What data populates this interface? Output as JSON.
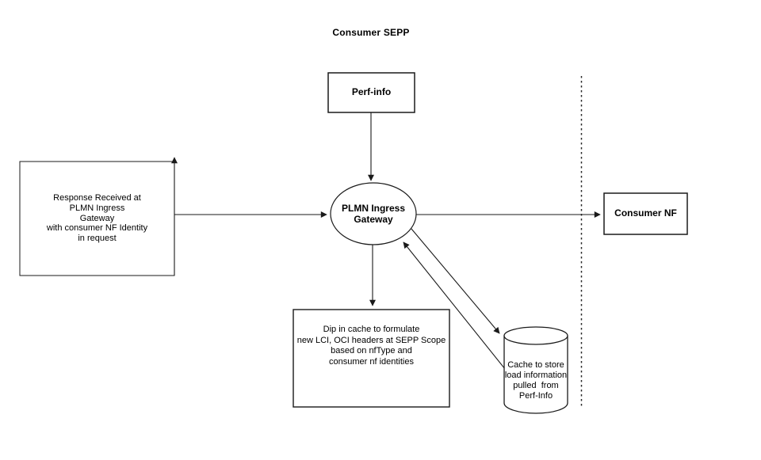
{
  "diagram": {
    "title": "Consumer SEPP",
    "nodes": {
      "perf_info": {
        "shape": "rectangle",
        "label": "Perf-info"
      },
      "response": {
        "shape": "rectangle",
        "label": "Response Received at\nPLMN Ingress\nGateway\nwith consumer NF Identity\nin request"
      },
      "plmn_gateway": {
        "shape": "ellipse",
        "label": "PLMN Ingress\nGateway"
      },
      "consumer_nf": {
        "shape": "rectangle",
        "label": "Consumer NF"
      },
      "dip_cache": {
        "shape": "rectangle",
        "label": "Dip in cache to formulate\nnew LCI, OCI headers at SEPP Scope\nbased on nfType and\nconsumer nf identities"
      },
      "cache_store": {
        "shape": "cylinder",
        "label": "Cache to store\nload information\npulled  from\nPerf-Info"
      }
    },
    "edges": [
      {
        "from": "response",
        "to": "plmn_gateway",
        "style": "arrow"
      },
      {
        "from": "response",
        "to": "up",
        "style": "arrow"
      },
      {
        "from": "perf_info",
        "to": "plmn_gateway",
        "style": "arrow"
      },
      {
        "from": "plmn_gateway",
        "to": "consumer_nf",
        "style": "arrow"
      },
      {
        "from": "plmn_gateway",
        "to": "dip_cache",
        "style": "arrow"
      },
      {
        "from": "plmn_gateway",
        "to": "cache_store",
        "style": "arrow"
      },
      {
        "from": "cache_store",
        "to": "plmn_gateway",
        "style": "arrow"
      }
    ],
    "separator": {
      "style": "vertical-dashed"
    },
    "colors": {
      "stroke": "#1a1a1a",
      "background": "#ffffff",
      "text": "#000000"
    }
  }
}
